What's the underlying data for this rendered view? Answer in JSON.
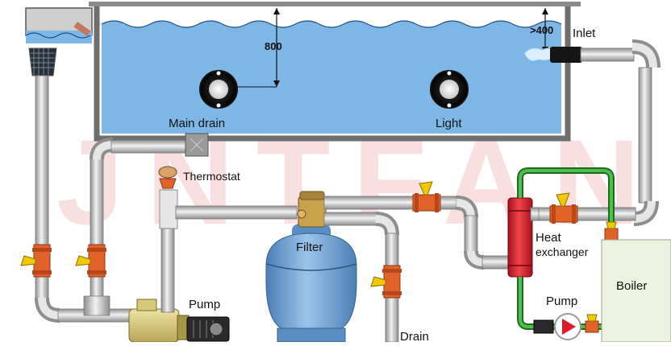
{
  "labels": {
    "dim_depth": "800",
    "dim_inlet": ">400",
    "inlet": "Inlet",
    "main_drain": "Main drain",
    "light": "Light",
    "thermostat": "Thermostat",
    "filter": "Filter",
    "heat": "Heat",
    "exchanger": "exchanger",
    "boiler": "Boiler",
    "pump_main": "Pump",
    "pump_boiler": "Pump",
    "drain": "Drain"
  },
  "watermark": {
    "text": "JNTFAN"
  },
  "colors": {
    "water": "#7eb6e6",
    "pipe": "#c9c9c9",
    "valve_body": "#e2632a",
    "valve_handle": "#f2c800",
    "hot_loop": "#3a9a3a",
    "exchanger": "#d4202a",
    "filter_tank": "#5f95c8",
    "boiler": "#ecf2e0"
  }
}
